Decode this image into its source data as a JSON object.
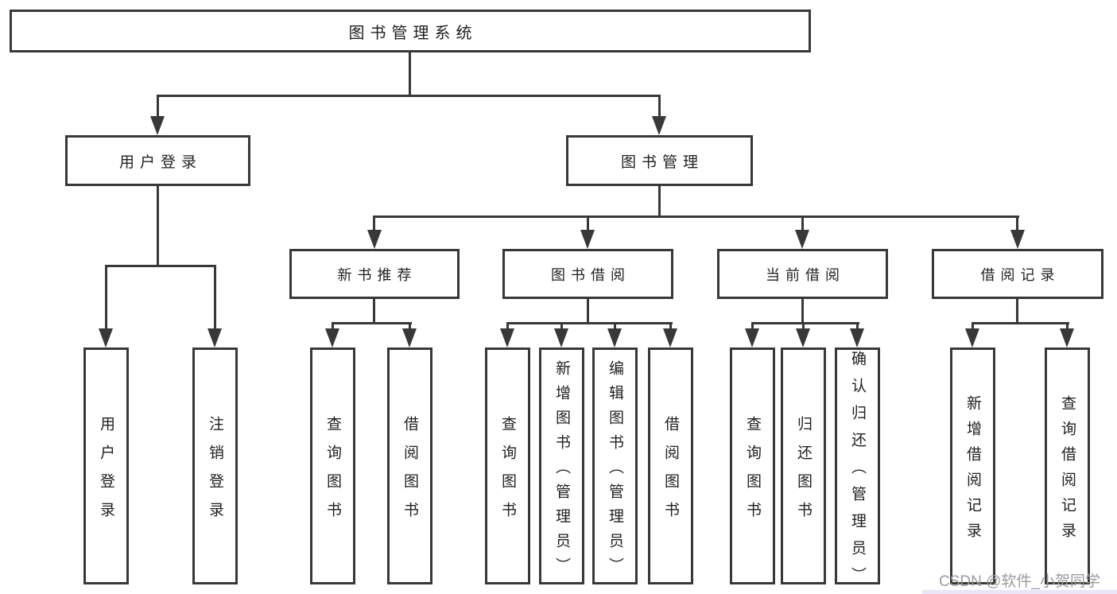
{
  "colors": {
    "line": "#383838",
    "text": "#1f1f1f",
    "watermark": "#9b9b9b",
    "background": "#ffffff"
  },
  "labels": {
    "root": "图书管理系统",
    "user_login": "用户登录",
    "book_mgmt": "图书管理",
    "new_book_rec": "新书推荐",
    "book_borrow": "图书借阅",
    "current_borrow": "当前借阅",
    "borrow_records": "借阅记录",
    "leaf_user_login": "用户登录",
    "leaf_logout": "注销登录",
    "leaf_query_book_rec": "查询图书",
    "leaf_borrow_book_rec": "借阅图书",
    "leaf_query_book_borrow": "查询图书",
    "leaf_add_book_admin": "新增图书（管理员）",
    "leaf_edit_book_admin": "编辑图书（管理员）",
    "leaf_borrow_book_borrow": "借阅图书",
    "leaf_query_book_current": "查询图书",
    "leaf_return_book": "归还图书",
    "leaf_confirm_return_admin": "确认归还（管理员）",
    "leaf_add_borrow_record": "新增借阅记录",
    "leaf_query_borrow_record": "查询借阅记录",
    "watermark": "CSDN @软件_小贺同学"
  },
  "tree": {
    "label": "图书管理系统",
    "children": [
      {
        "label": "用户登录",
        "children": [
          {
            "label": "用户登录"
          },
          {
            "label": "注销登录"
          }
        ]
      },
      {
        "label": "图书管理",
        "children": [
          {
            "label": "新书推荐",
            "children": [
              {
                "label": "查询图书"
              },
              {
                "label": "借阅图书"
              }
            ]
          },
          {
            "label": "图书借阅",
            "children": [
              {
                "label": "查询图书"
              },
              {
                "label": "新增图书（管理员）"
              },
              {
                "label": "编辑图书（管理员）"
              },
              {
                "label": "借阅图书"
              }
            ]
          },
          {
            "label": "当前借阅",
            "children": [
              {
                "label": "查询图书"
              },
              {
                "label": "归还图书"
              },
              {
                "label": "确认归还（管理员）"
              }
            ]
          },
          {
            "label": "借阅记录",
            "children": [
              {
                "label": "新增借阅记录"
              },
              {
                "label": "查询借阅记录"
              }
            ]
          }
        ]
      }
    ]
  }
}
